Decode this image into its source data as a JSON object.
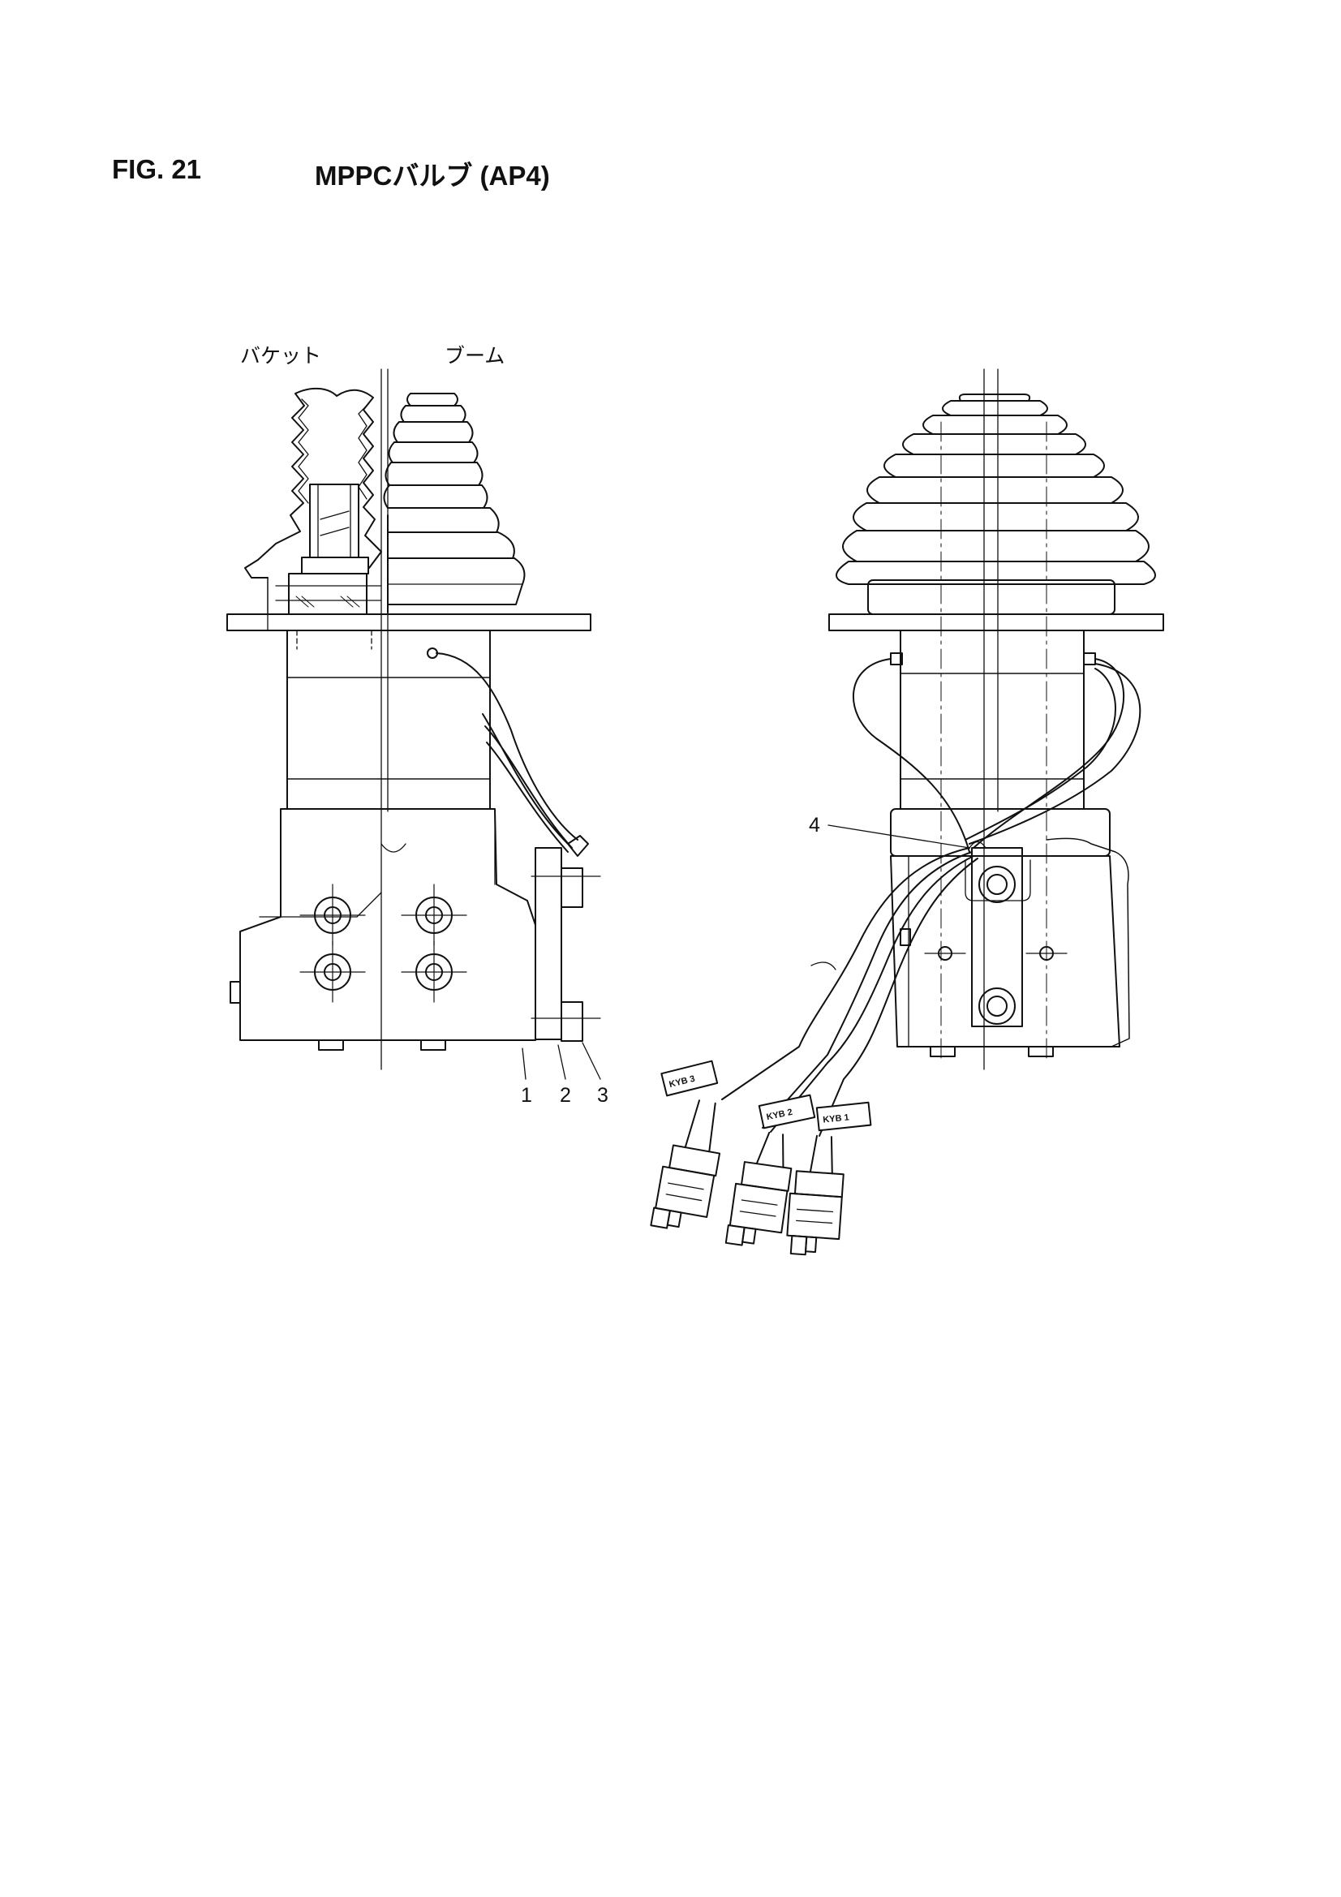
{
  "figure": {
    "number": "FIG. 21",
    "title": "MPPCバルブ (AP4)"
  },
  "labels": {
    "bucket": "バケット",
    "boom": "ブーム"
  },
  "parts": [
    {
      "id": "1",
      "label": "1"
    },
    {
      "id": "2",
      "label": "2"
    },
    {
      "id": "3",
      "label": "3"
    },
    {
      "id": "4",
      "label": "4"
    }
  ],
  "connector_tags": [
    {
      "text": "KYB 3"
    },
    {
      "text": "KYB 2"
    },
    {
      "text": "KYB 1"
    }
  ]
}
